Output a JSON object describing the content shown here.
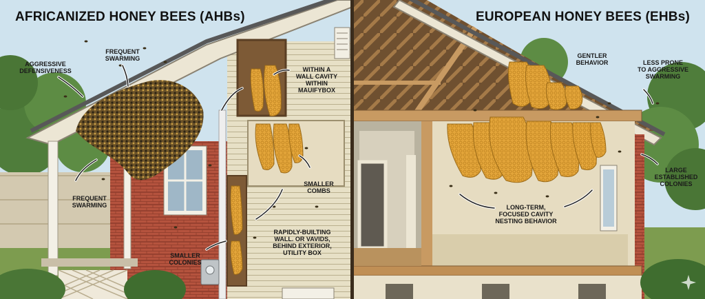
{
  "titles": {
    "left": "AFRICANIZED HONEY BEES (AHBs)",
    "right": "EUROPEAN HONEY BEES (EHBs)"
  },
  "labels": {
    "aggressive_defensiveness": "AGGRESSIVE\nDEFENSIVENESS",
    "frequent_swarming_top": "FREQUENT\nSWARMING",
    "frequent_swarming_lower": "FREQUENT\nSWARMING",
    "wall_cavity": "WITHIN A\nWALL CAVITY\nWITHIN\nMAUIFYBOX",
    "smaller_combs": "SMALLER\nCOMBS",
    "rapidly_building": "RAPIDLY-BUILTING\nWALL. OR VAVIDS,\nBEHIND EXTERIOR,\nUTILITY BOX",
    "smaller_colonies": "SMALLER\nCOLONIES",
    "gentler_behavior": "GENTLER\nBEHAVIOR",
    "less_prone": "LESS PRONE\nTO AGGRESSIVE\nSWARMING",
    "large_colonies": "LARGE\nESTABLISHED\nCOLONIES",
    "long_term": "LONG-TERM,\nFOCUSED CAVITY\nNESTING BEHAVIOR"
  },
  "colors": {
    "sky": "#cfe3ee",
    "brick": "#b5533e",
    "siding": "#e7e0c6",
    "wood": "#b88a55",
    "comb": "#e3a53a",
    "bee_swarm": "#5a4724",
    "interior_wall": "#e6dcc1"
  }
}
